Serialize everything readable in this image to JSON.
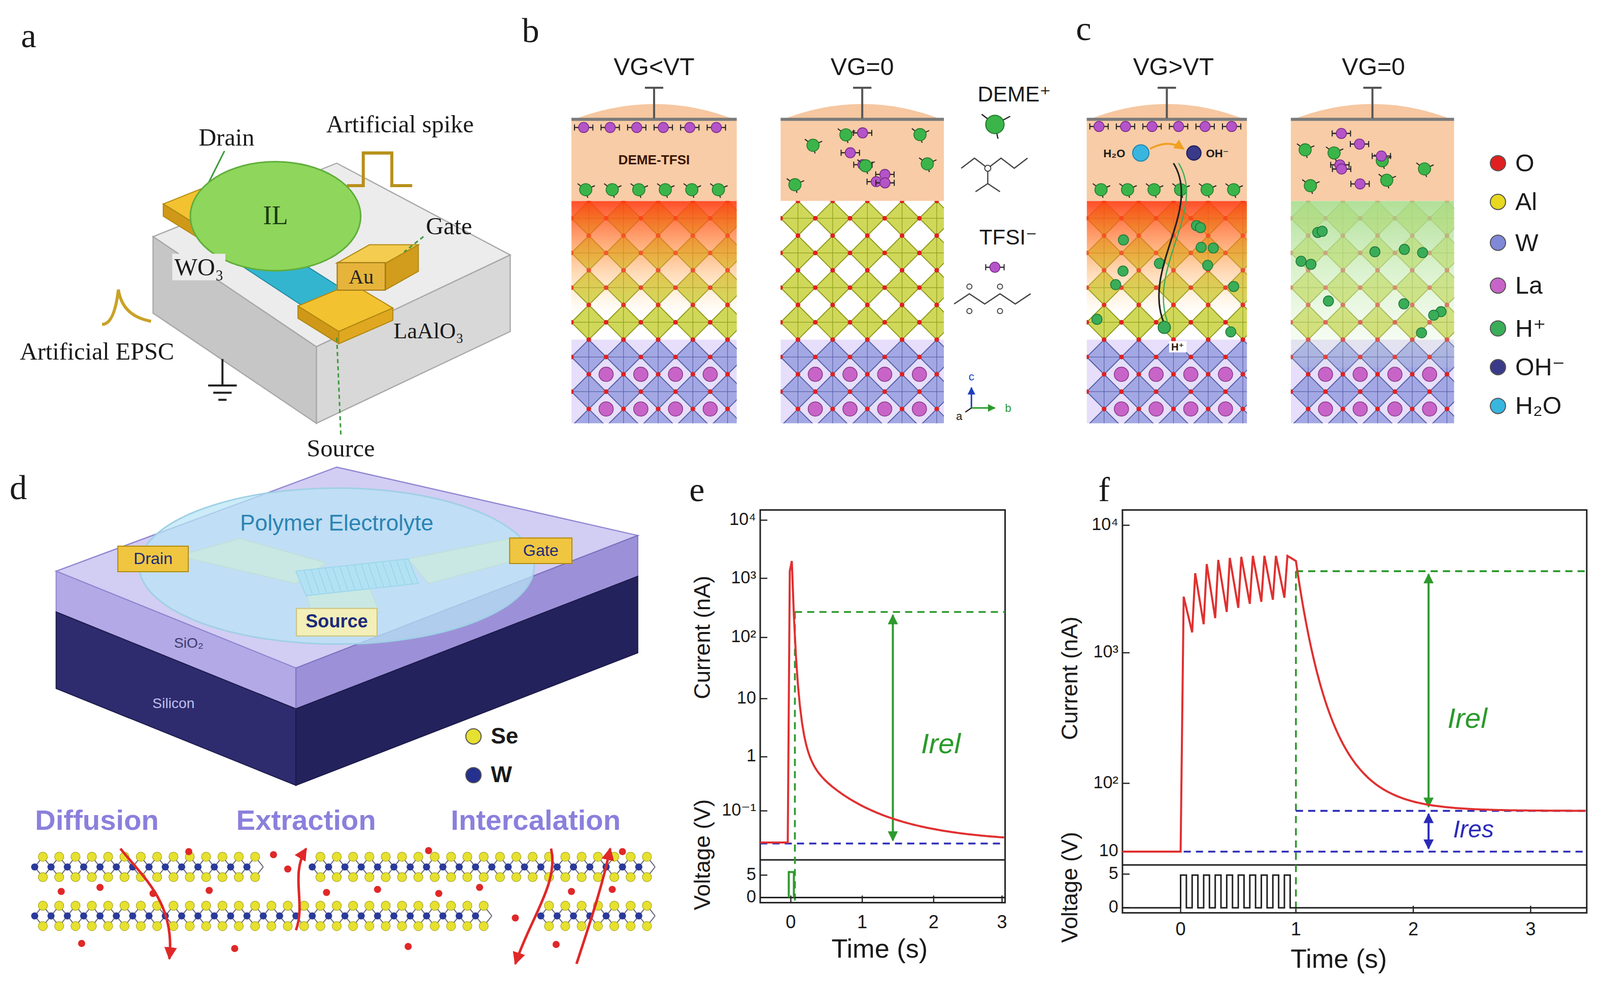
{
  "diagram": {
    "nodes": [
      {
        "text": [
          "IL"
        ]
      },
      {
        "text": [
          "Au"
        ]
      },
      {
        "text": [
          "DEME-TFSI"
        ]
      },
      {
        "text": [
          "Polymer Electrolyte"
        ]
      },
      {
        "text": [
          "Drain"
        ]
      },
      {
        "text": [
          "Gate"
        ]
      },
      {
        "text": [
          "Source"
        ]
      }
    ],
    "labels": [
      "a",
      "Drain",
      "Artificial spike",
      "Gate",
      "WO₃",
      "Artificial EPSC",
      "LaAlO₃",
      "Source",
      "b",
      "VG<VT",
      "VG=0",
      "DEME⁺",
      "TFSI⁻",
      "c",
      "b",
      "a",
      "c",
      "VG>VT",
      "VG=0",
      "H₂O",
      "OH⁻",
      "H⁺",
      "d",
      "SiO₂",
      "Silicon",
      "Diffusion",
      "Extraction",
      "Intercalation",
      "e",
      "Current (nA)",
      "Voltage (V)",
      "Time (s)",
      "10⁴",
      "10³",
      "10²",
      "10",
      "1",
      "10⁻¹",
      "5",
      "0",
      "0",
      "1",
      "2",
      "3",
      "Irel",
      "f",
      "Current (nA)",
      "Voltage (V)",
      "Time (s)",
      "10⁴",
      "10³",
      "10²",
      "10",
      "5",
      "0",
      "0",
      "1",
      "2",
      "3",
      "Irel",
      "Ires"
    ],
    "legend": [
      {
        "text": "O",
        "color": "#e02020"
      },
      {
        "text": "Al",
        "color": "#e8d820"
      },
      {
        "text": "W",
        "color": "#8088d8"
      },
      {
        "text": "La",
        "color": "#c864c8"
      },
      {
        "text": "H⁺",
        "color": "#3aad58"
      },
      {
        "text": "OH⁻",
        "color": "#3a3a8a"
      },
      {
        "text": "H₂O",
        "color": "#38b6e0"
      },
      {
        "text": "Se",
        "color": "#e6e030"
      },
      {
        "text": "W",
        "color": "#25308f"
      }
    ]
  }
}
